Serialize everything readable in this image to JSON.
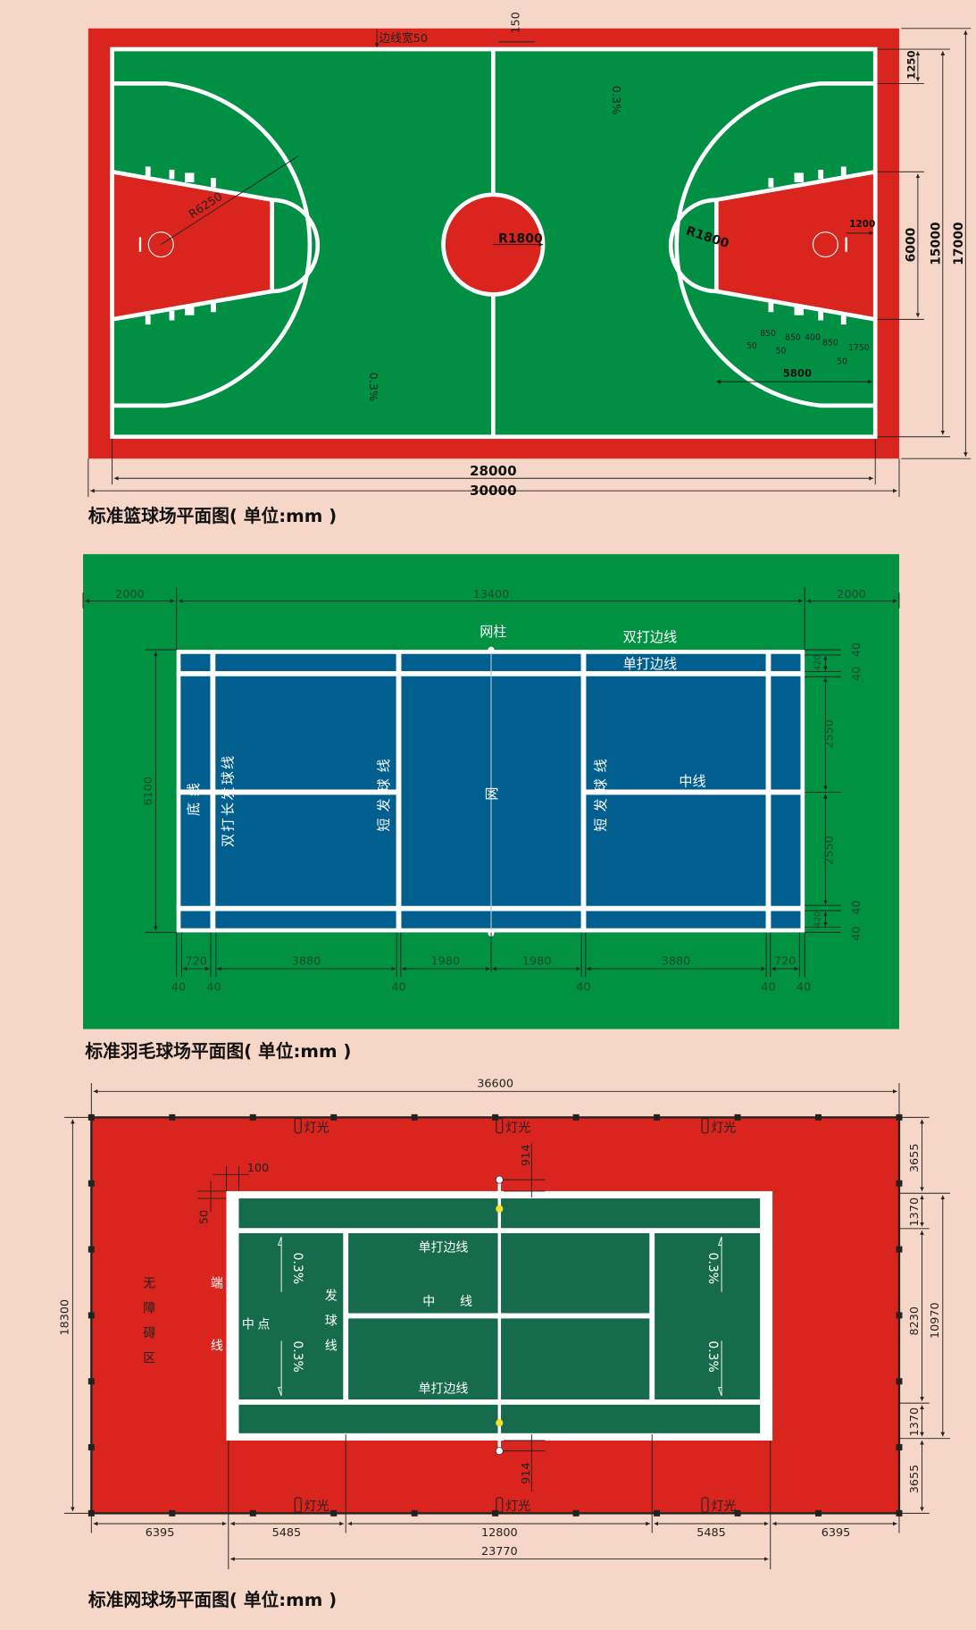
{
  "colors": {
    "background": "#f6d6c6",
    "basketball_red": "#d9251d",
    "basketball_green": "#008f43",
    "badminton_green": "#009141",
    "badminton_blue": "#005f8f",
    "tennis_red": "#d9251d",
    "tennis_green": "#176b4d",
    "net_post": "#f2e02a"
  },
  "basketball": {
    "caption": "标准篮球场平面图( 单位:mm )",
    "line_width_label": "边线宽50",
    "top_150": "150",
    "slope_1": "0.3%",
    "slope_2": "0.3%",
    "three_point_radius": "R6250",
    "center_radius": "R1800",
    "ft_radius": "R1800",
    "dims": {
      "d1250": "1250",
      "d6000": "6000",
      "d15000": "15000",
      "d17000": "17000",
      "d28000": "28000",
      "d30000": "30000",
      "d1200": "1200",
      "d5800": "5800",
      "lane": [
        "850",
        "850",
        "400",
        "850",
        "1750"
      ],
      "lane_50": [
        "50",
        "50",
        "50"
      ]
    }
  },
  "badminton": {
    "caption": "标准羽毛球场平面图( 单位:mm )",
    "top_dims": [
      "2000",
      "13400",
      "2000"
    ],
    "left_dim": "6100",
    "right_dims": {
      "a420": "420",
      "a40": "40",
      "b40": "40",
      "a2550": "2550",
      "b2550": "2550",
      "c40": "40",
      "d40": "40",
      "b420": "420"
    },
    "bottom_dims": [
      "720",
      "3880",
      "1980",
      "1980",
      "3880",
      "720"
    ],
    "bottom_40": [
      "40",
      "40",
      "40",
      "40",
      "40",
      "40"
    ],
    "labels": {
      "post": "网柱",
      "doubles_side": "双打边线",
      "singles_side": "单打边线",
      "center": "中线",
      "baseline": "底线",
      "doubles_long_service": "双打长发球线",
      "short_service_left": "短发球线",
      "net": "网",
      "short_service_right": "短发球线"
    }
  },
  "tennis": {
    "caption": "标准网球场平面图( 单位:mm )",
    "top_dim": "36600",
    "left_dim": "18300",
    "right_dims": [
      "3655",
      "1370",
      "8230",
      "1370",
      "3655"
    ],
    "right_total": "10970",
    "bottom_dims": [
      "6395",
      "5485",
      "12800",
      "5485",
      "6395"
    ],
    "bottom_total": "23770",
    "d100": "100",
    "d50": "50",
    "net_914_top": "914",
    "net_914_bottom": "914",
    "light": "灯光",
    "labels": {
      "clear_zone": "无障碍区",
      "baseline": "端线",
      "center_mark": "中点",
      "service_line": "发球线",
      "singles_top": "单打边线",
      "center_line": "中　　线",
      "singles_bottom": "单打边线",
      "slope": "0.3%"
    }
  }
}
